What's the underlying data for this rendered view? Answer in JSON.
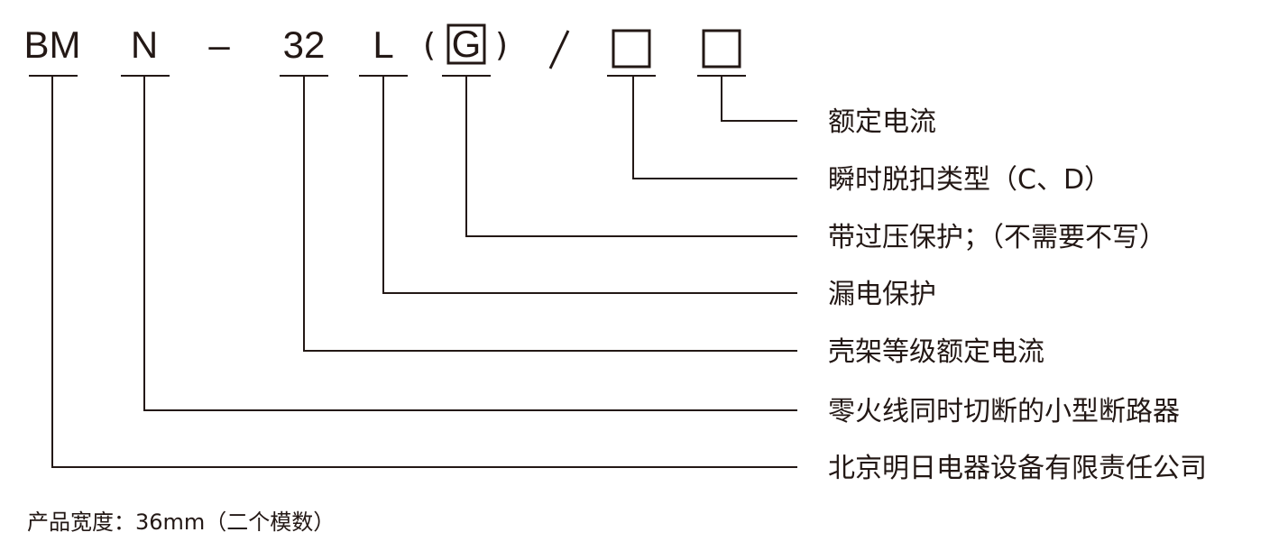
{
  "model_code": {
    "series": "BM",
    "poles": "N",
    "dash": "–",
    "frame_current": "32",
    "leakage": "L",
    "paren_open": "(",
    "overvoltage": "G",
    "paren_close": ")",
    "slash": "/"
  },
  "labels": {
    "rated_current": "额定电流",
    "trip_type": "瞬时脱扣类型（C、D）",
    "overvoltage": "带过压保护；（不需要不写）",
    "leakage": "漏电保护",
    "frame_rated_current": "壳架等级额定电流",
    "neutral_phase": "零火线同时切断的小型断路器",
    "company": "北京明日电器设备有限责任公司"
  },
  "note": "产品宽度：36mm（二个模数）"
}
